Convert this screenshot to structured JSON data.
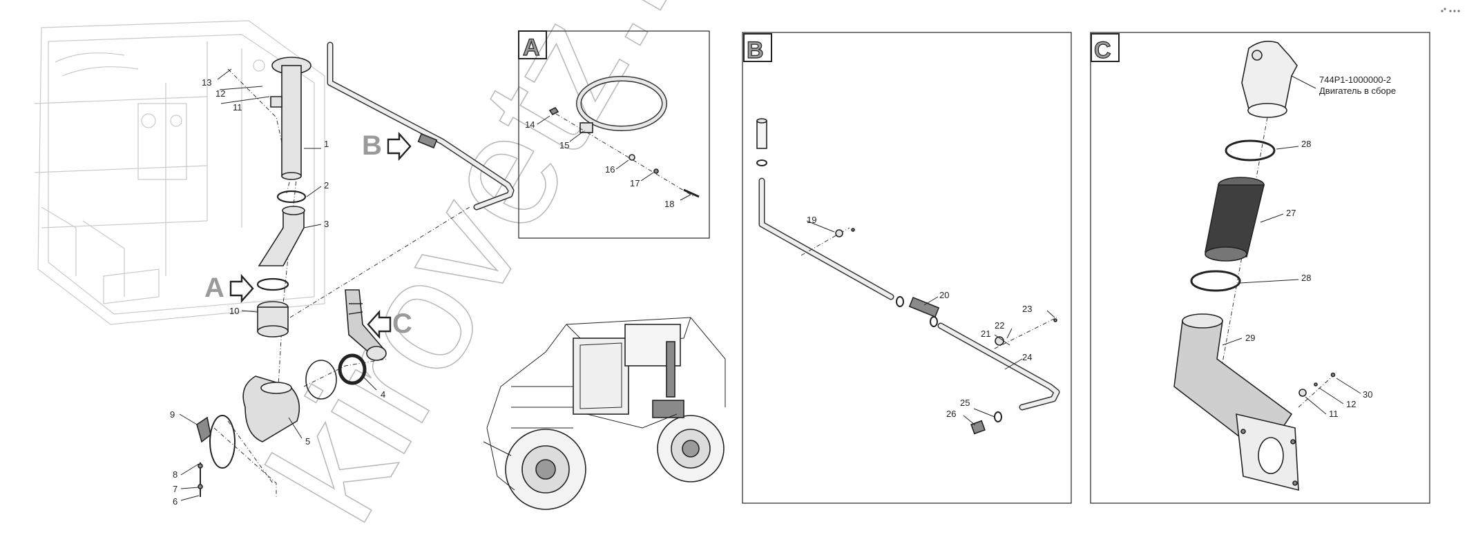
{
  "watermark": "kirovetz.ru",
  "panels": {
    "a": {
      "letter": "A"
    },
    "b": {
      "letter": "B"
    },
    "c": {
      "letter": "C"
    }
  },
  "callouts": {
    "a": "A",
    "b": "B",
    "c": "C"
  },
  "assembly": {
    "code": "744Р1-1000000-2",
    "name": "Двигатель в сборе"
  },
  "labels": {
    "main": [
      "13",
      "12",
      "11",
      "1",
      "2",
      "3",
      "10",
      "9",
      "8",
      "7",
      "6",
      "5",
      "4"
    ],
    "a": [
      "14",
      "15",
      "16",
      "17",
      "18"
    ],
    "b": [
      "19",
      "20",
      "21",
      "22",
      "23",
      "24",
      "25",
      "26"
    ],
    "c": [
      "28",
      "27",
      "28",
      "29",
      "30",
      "12",
      "11"
    ]
  }
}
